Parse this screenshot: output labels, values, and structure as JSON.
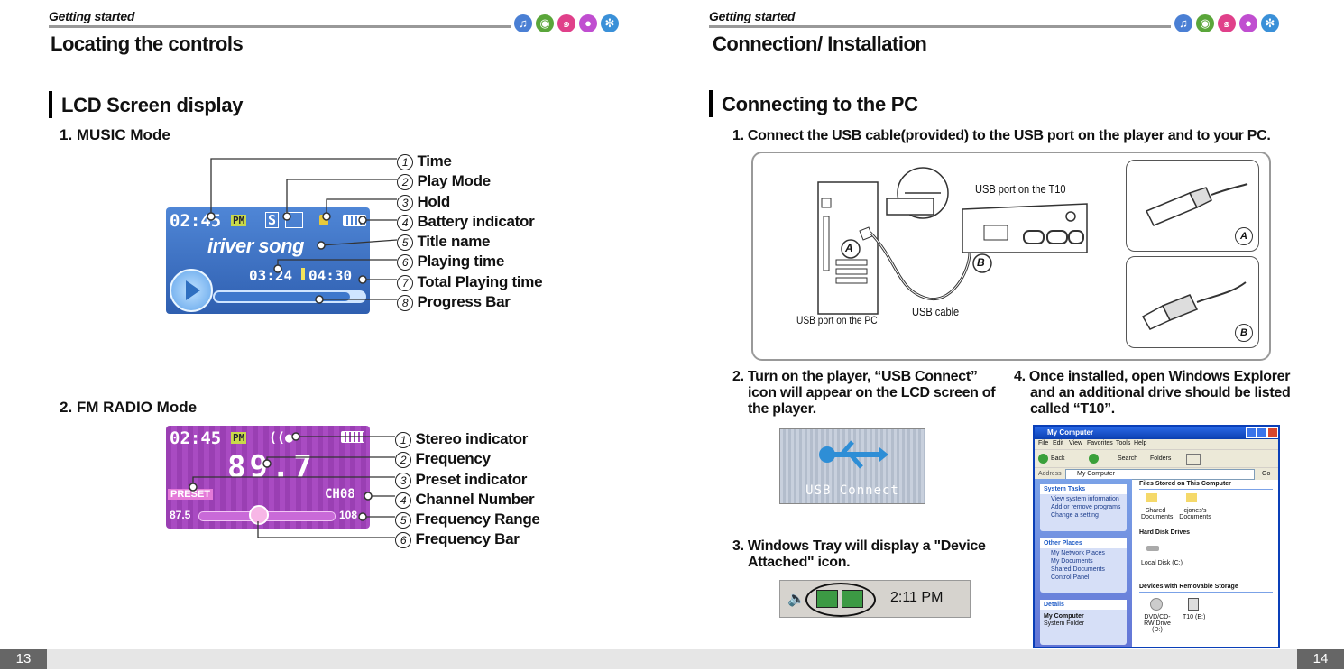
{
  "left": {
    "header_label": "Getting started",
    "title": "Locating the controls",
    "section": "LCD Screen display",
    "music_mode": {
      "heading": "1. MUSIC Mode",
      "lcd": {
        "time": "02:45",
        "ampm": "PM",
        "playmode": "S",
        "song": "iriver song",
        "elapsed": "03:24",
        "total": "04:30"
      },
      "items": [
        {
          "n": "1",
          "label": "Time"
        },
        {
          "n": "2",
          "label": "Play Mode"
        },
        {
          "n": "3",
          "label": "Hold"
        },
        {
          "n": "4",
          "label": "Battery indicator"
        },
        {
          "n": "5",
          "label": "Title name"
        },
        {
          "n": "6",
          "label": "Playing time"
        },
        {
          "n": "7",
          "label": "Total Playing time"
        },
        {
          "n": "8",
          "label": "Progress Bar"
        }
      ]
    },
    "fm_mode": {
      "heading": "2. FM RADIO Mode",
      "lcd": {
        "time": "02:45",
        "ampm": "PM",
        "freq": "89.7",
        "preset": "PRESET",
        "channel": "CH08",
        "min": "87.5",
        "max": "108"
      },
      "items": [
        {
          "n": "1",
          "label": "Stereo indicator"
        },
        {
          "n": "2",
          "label": "Frequency"
        },
        {
          "n": "3",
          "label": "Preset indicator"
        },
        {
          "n": "4",
          "label": "Channel Number"
        },
        {
          "n": "5",
          "label": "Frequency Range"
        },
        {
          "n": "6",
          "label": "Frequency Bar"
        }
      ]
    },
    "page_number": "13"
  },
  "right": {
    "header_label": "Getting started",
    "title": "Connection/ Installation",
    "section": "Connecting to the PC",
    "step1": "1. Connect the USB cable(provided) to the USB port on the player and to your PC.",
    "diagram": {
      "usb_port_t10": "USB port on the T10",
      "usb_port_pc": "USB port on the PC",
      "usb_cable": "USB cable",
      "label_a": "A",
      "label_b": "B"
    },
    "step2_line1": "2. Turn on the player, “USB Connect”",
    "step2_line2": "icon will appear on the LCD screen of",
    "step2_line3": "the player.",
    "usb_connect_text": "USB Connect",
    "step3_line1": "3. Windows Tray will display a \"Device",
    "step3_line2": "Attached\" icon.",
    "tray_time": "2:11 PM",
    "step4_line1": "4. Once installed, open Windows Explorer",
    "step4_line2": "and an additional drive should be listed",
    "step4_line3": "called “T10”.",
    "explorer": {
      "title": "My Computer",
      "menu": [
        "File",
        "Edit",
        "View",
        "Favorites",
        "Tools",
        "Help"
      ],
      "toolbar": [
        "Back",
        "Search",
        "Folders"
      ],
      "address_label": "Address",
      "address_value": "My Computer",
      "go": "Go",
      "system_tasks": {
        "title": "System Tasks",
        "items": [
          "View system information",
          "Add or remove programs",
          "Change a setting"
        ]
      },
      "other_places": {
        "title": "Other Places",
        "items": [
          "My Network Places",
          "My Documents",
          "Shared Documents",
          "Control Panel"
        ]
      },
      "details": {
        "title": "Details",
        "name": "My Computer",
        "sub": "System Folder"
      },
      "group1": "Files Stored on This Computer",
      "files": [
        "Shared Documents",
        "cjones's Documents"
      ],
      "group2": "Hard Disk Drives",
      "disk": "Local Disk (C:)",
      "group3": "Devices with Removable Storage",
      "devices": [
        "DVD/CD-RW Drive (D:)",
        "T10 (E:)"
      ]
    },
    "page_number": "14"
  },
  "colors": {
    "music_lcd": "#3d6fc0",
    "fm_lcd": "#9a3fb3",
    "footer": "#e6e6e6",
    "pagenum_bg": "#666666"
  }
}
